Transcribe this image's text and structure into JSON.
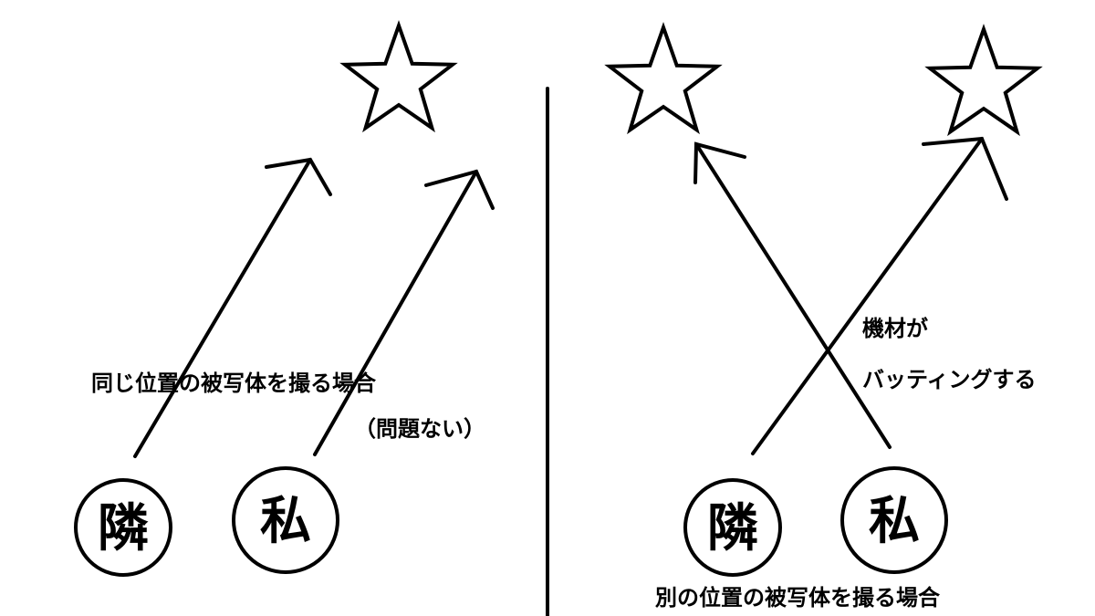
{
  "left_panel": {
    "caption": "同じ位置の被写体を撮る場合",
    "note": "（問題ない）",
    "circle_neighbor": "隣",
    "circle_me": "私"
  },
  "right_panel": {
    "note_line1": "機材が",
    "note_line2": "バッティングする",
    "caption": "別の位置の被写体を撮る場合",
    "circle_neighbor": "隣",
    "circle_me": "私"
  }
}
